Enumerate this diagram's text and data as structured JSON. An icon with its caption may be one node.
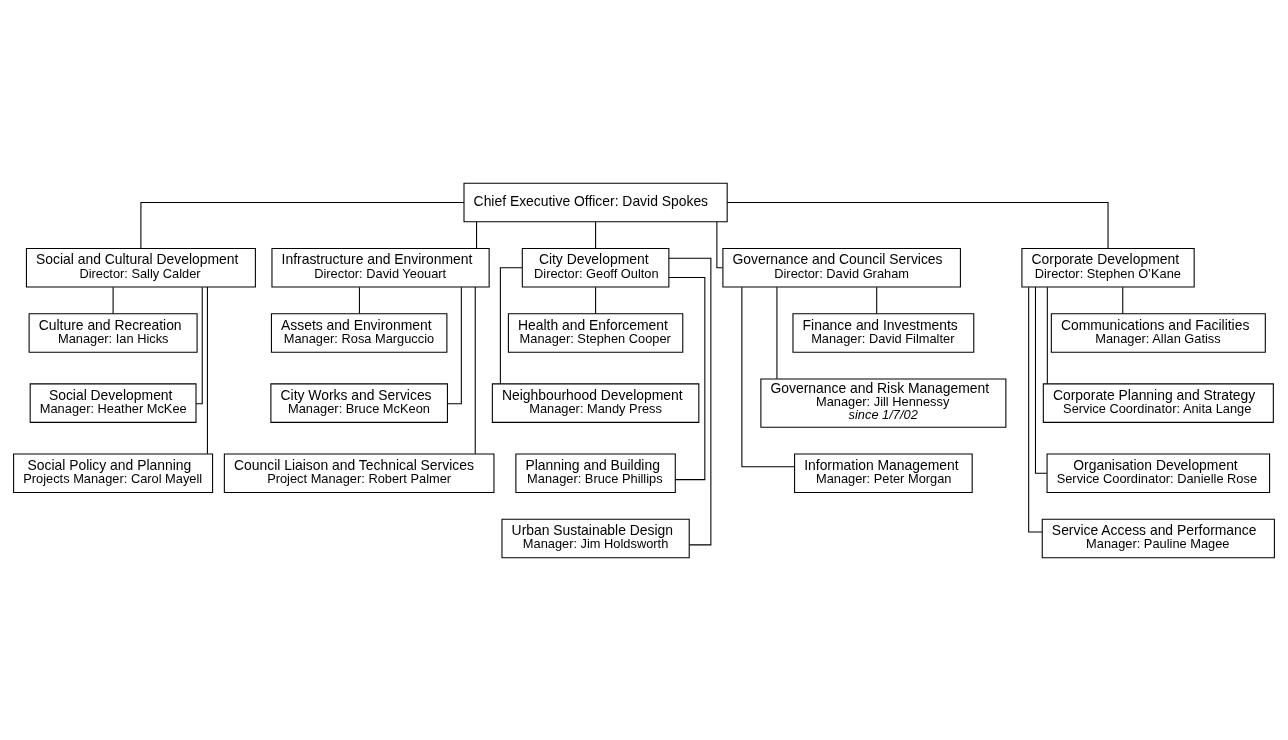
{
  "diagram": {
    "nodes": [
      {
        "text": [
          "Chief Executive Officer: David Spokes"
        ]
      },
      {
        "text": [
          "Social and Cultural Development",
          "Director: Sally Calder"
        ]
      },
      {
        "text": [
          "Infrastructure and Environment",
          "Director: David Yeouart"
        ]
      },
      {
        "text": [
          "City Development",
          "Director: Geoff Oulton"
        ]
      },
      {
        "text": [
          "Governance and Council Services",
          "Director: David Graham"
        ]
      },
      {
        "text": [
          "Corporate Development",
          "Director: Stephen O’Kane"
        ]
      },
      {
        "text": [
          "Culture and Recreation",
          "Manager: Ian Hicks"
        ]
      },
      {
        "text": [
          "Social Development",
          "Manager: Heather McKee"
        ]
      },
      {
        "text": [
          "Social Policy and Planning",
          "Projects Manager: Carol Mayell"
        ]
      },
      {
        "text": [
          "Assets and Environment",
          "Manager: Rosa Marguccio"
        ]
      },
      {
        "text": [
          "City Works and Services",
          "Manager: Bruce McKeon"
        ]
      },
      {
        "text": [
          "Council Liaison and Technical Services",
          "Project Manager: Robert Palmer"
        ]
      },
      {
        "text": [
          "Health and Enforcement",
          "Manager: Stephen Cooper"
        ]
      },
      {
        "text": [
          "Neighbourhood Development",
          "Manager: Mandy Press"
        ]
      },
      {
        "text": [
          "Planning and Building",
          "Manager: Bruce Phillips"
        ]
      },
      {
        "text": [
          "Urban Sustainable Design",
          "Manager: Jim Holdsworth"
        ]
      },
      {
        "text": [
          "Finance and Investments",
          "Manager: David Filmalter"
        ]
      },
      {
        "text": [
          "Governance and Risk Management",
          "Manager: Jill Hennessy",
          "since 1/7/02"
        ]
      },
      {
        "text": [
          "Information Management",
          "Manager: Peter Morgan"
        ]
      },
      {
        "text": [
          "Communications and Facilities",
          "Manager: Allan Gatiss"
        ]
      },
      {
        "text": [
          "Corporate Planning and Strategy",
          "Service Coordinator: Anita Lange"
        ]
      },
      {
        "text": [
          "Organisation Development",
          "Service Coordinator: Danielle Rose"
        ]
      },
      {
        "text": [
          "Service Access and Performance",
          "Manager: Pauline Magee"
        ]
      }
    ],
    "edges": [
      {
        "from": 0,
        "to": 1,
        "arrow": "none"
      },
      {
        "from": 0,
        "to": 2,
        "arrow": "none"
      },
      {
        "from": 0,
        "to": 3,
        "arrow": "none"
      },
      {
        "from": 0,
        "to": 4,
        "arrow": "none"
      },
      {
        "from": 0,
        "to": 5,
        "arrow": "none"
      },
      {
        "from": 1,
        "to": 6,
        "arrow": "none"
      },
      {
        "from": 1,
        "to": 7,
        "arrow": "none"
      },
      {
        "from": 1,
        "to": 8,
        "arrow": "none"
      },
      {
        "from": 2,
        "to": 9,
        "arrow": "none"
      },
      {
        "from": 2,
        "to": 10,
        "arrow": "none"
      },
      {
        "from": 2,
        "to": 11,
        "arrow": "none"
      },
      {
        "from": 3,
        "to": 12,
        "arrow": "none"
      },
      {
        "from": 3,
        "to": 13,
        "arrow": "none"
      },
      {
        "from": 3,
        "to": 14,
        "arrow": "none"
      },
      {
        "from": 3,
        "to": 15,
        "arrow": "none"
      },
      {
        "from": 4,
        "to": 16,
        "arrow": "none"
      },
      {
        "from": 4,
        "to": 17,
        "arrow": "none"
      },
      {
        "from": 4,
        "to": 18,
        "arrow": "none"
      },
      {
        "from": 5,
        "to": 19,
        "arrow": "none"
      },
      {
        "from": 5,
        "to": 20,
        "arrow": "none"
      },
      {
        "from": 5,
        "to": 21,
        "arrow": "none"
      },
      {
        "from": 5,
        "to": 22,
        "arrow": "none"
      }
    ]
  }
}
